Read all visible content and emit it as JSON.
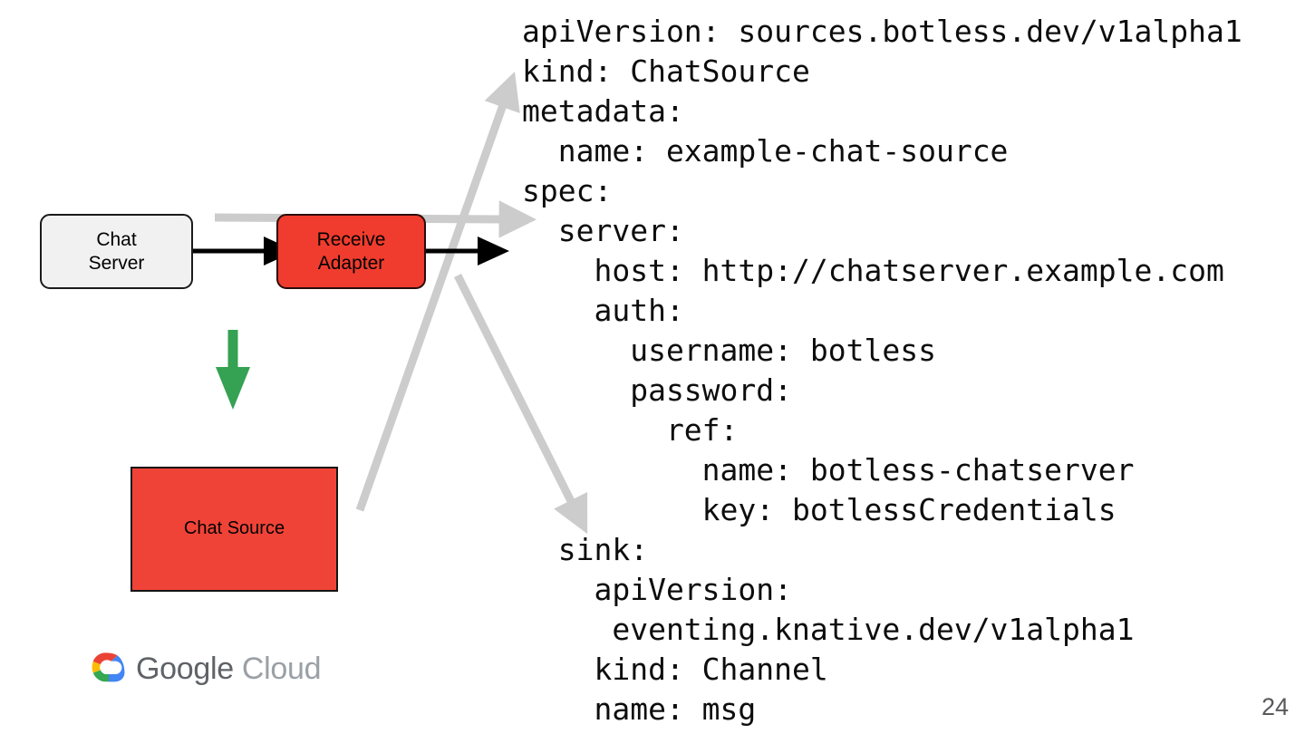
{
  "slide": {
    "page_number": "24",
    "background_color": "#ffffff"
  },
  "diagram": {
    "nodes": [
      {
        "id": "chat-server",
        "label": "Chat\nServer",
        "fill": "#F1F1F1",
        "stroke": "#1b1b1b",
        "shape": "rounded-rect"
      },
      {
        "id": "receive-adapter",
        "label": "Receive\nAdapter",
        "fill": "#F03C2E",
        "stroke": "#2a0c09",
        "shape": "rounded-rect"
      },
      {
        "id": "chat-source",
        "label": "Chat Source",
        "fill": "#F04337",
        "stroke": "#141414",
        "shape": "rect"
      }
    ],
    "connectors": [
      {
        "id": "server-to-adapter",
        "color": "#000000",
        "kind": "black-arrow"
      },
      {
        "id": "adapter-to-sink",
        "color": "#000000",
        "kind": "black-arrow"
      },
      {
        "id": "adapter-to-chat-source",
        "color": "#34A853",
        "kind": "green-down-arrow"
      },
      {
        "id": "callout-metadata",
        "color": "#CCCCCC",
        "kind": "gray-arrow"
      },
      {
        "id": "callout-spec-server",
        "color": "#CCCCCC",
        "kind": "gray-arrow"
      },
      {
        "id": "callout-sink",
        "color": "#CCCCCC",
        "kind": "gray-arrow"
      }
    ]
  },
  "yaml": {
    "lines": [
      "apiVersion: sources.botless.dev/v1alpha1",
      "kind: ChatSource",
      "metadata:",
      "  name: example-chat-source",
      "spec:",
      "  server:",
      "    host: http://chatserver.example.com",
      "    auth:",
      "      username: botless",
      "      password:",
      "        ref:",
      "          name: botless-chatserver",
      "          key: botlessCredentials",
      "  sink:",
      "    apiVersion:",
      "     eventing.knative.dev/v1alpha1",
      "    kind: Channel",
      "    name: msg"
    ]
  },
  "branding": {
    "google_word": "Google",
    "cloud_word": "Cloud",
    "colors": {
      "red": "#EA4335",
      "yellow": "#FBBC05",
      "green": "#34A853",
      "blue": "#4285F4",
      "google_text": "#5F6368",
      "cloud_text": "#9AA0A6"
    }
  }
}
